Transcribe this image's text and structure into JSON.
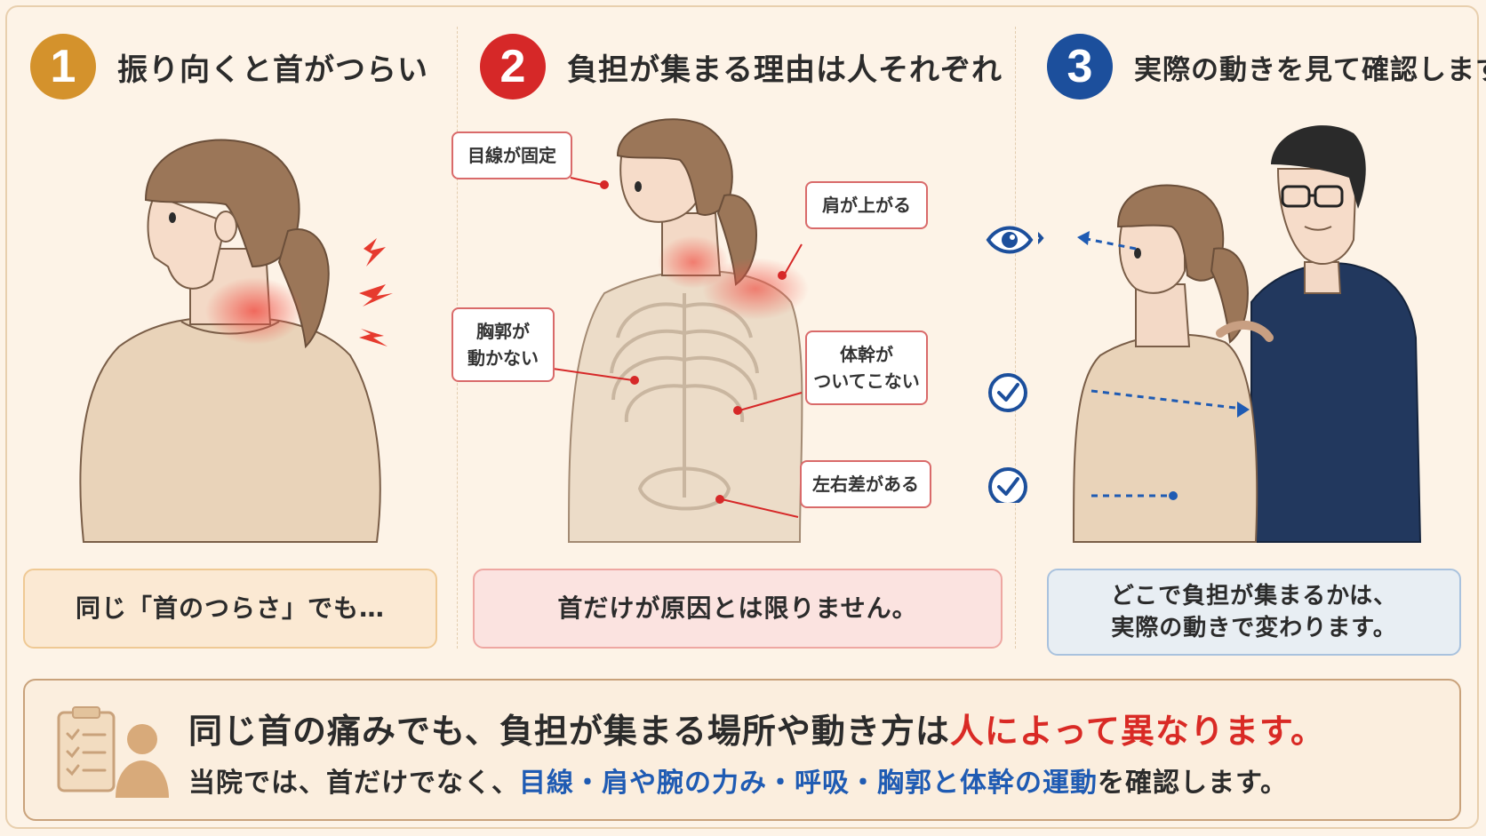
{
  "colors": {
    "step1": "#d4922c",
    "step2": "#d62828",
    "step3": "#1c4f9c",
    "callout_border": "#d96a6a",
    "emphasis_red": "#d92a25",
    "emphasis_blue": "#1f5bb3"
  },
  "panels": [
    {
      "number": "1",
      "title": "振り向くと首がつらい",
      "caption": "同じ「首のつらさ」でも…"
    },
    {
      "number": "2",
      "title": "負担が集まる理由は人それぞれ",
      "caption": "首だけが原因とは限りません。",
      "callouts": {
        "gaze": "目線が固定",
        "shoulder": "肩が上がる",
        "rib_l1": "胸郭が",
        "rib_l2": "動かない",
        "trunk_l1": "体幹が",
        "trunk_l2": "ついてこない",
        "asym": "左右差がある"
      }
    },
    {
      "number": "3",
      "title": "実際の動きを見て確認します",
      "caption_l1": "どこで負担が集まるかは、",
      "caption_l2": "実際の動きで変わります。",
      "icons": [
        "eye-icon",
        "check-circle-icon",
        "check-circle-icon"
      ]
    }
  ],
  "summary": {
    "line1_pre": "同じ首の痛みでも、負担が集まる場所や動き方は",
    "line1_emph": "人によって異なります。",
    "line2_pre": "当院では、首だけでなく、",
    "line2_emph": "目線・肩や腕の力み・呼吸・胸郭と体幹の運動",
    "line2_post": "を確認します。",
    "icon": "clipboard-person-icon"
  }
}
